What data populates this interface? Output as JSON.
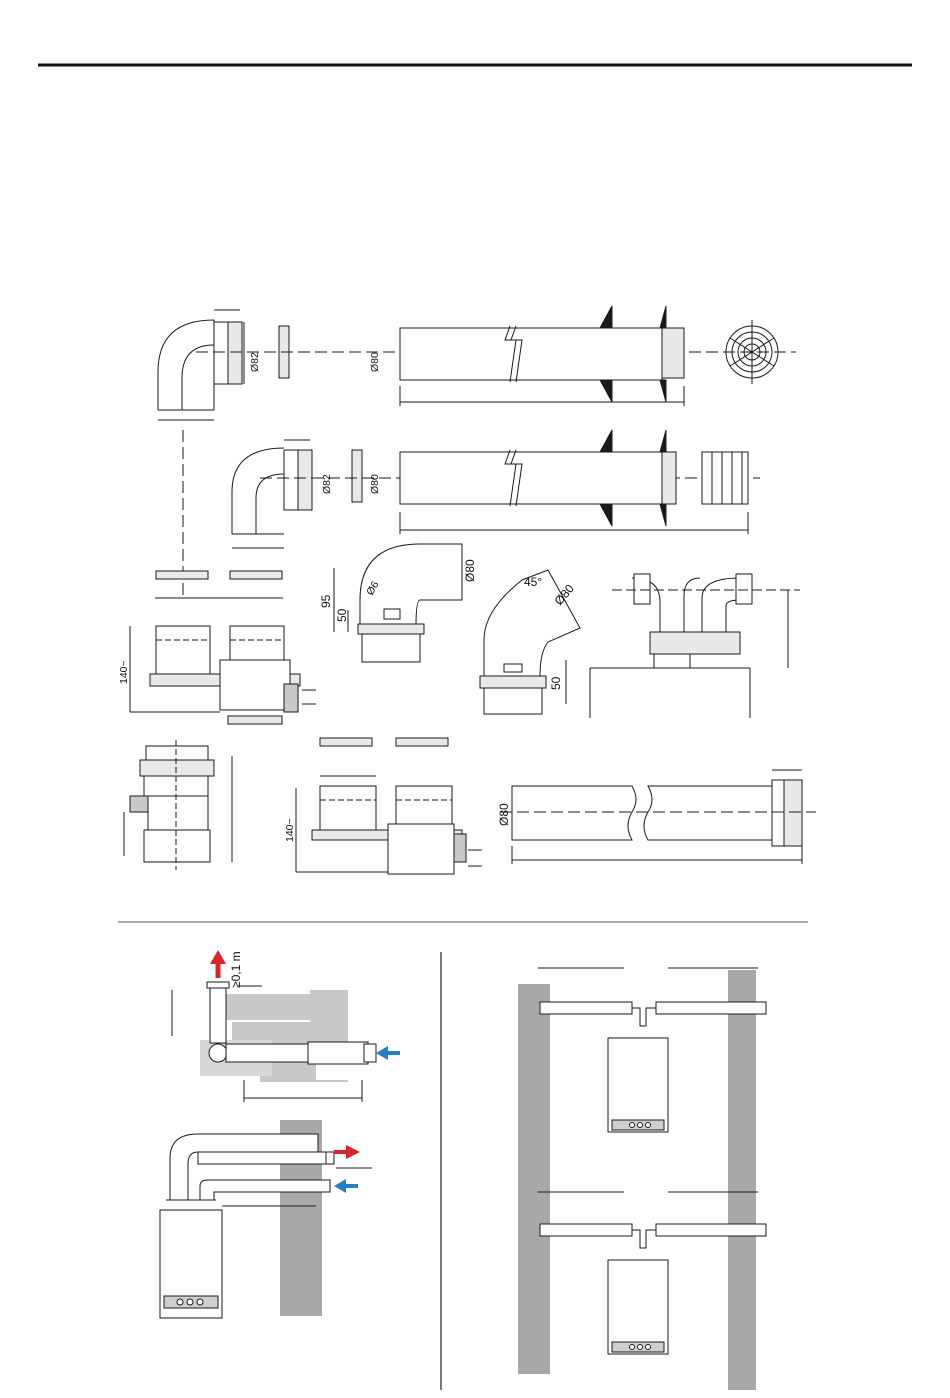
{
  "labels": {
    "d80_a": "Ø80",
    "d80_b": "Ø80",
    "d80_c": "Ø80",
    "d80_pipe": "Ø80",
    "d82_a": "Ø82",
    "d82_b": "Ø82",
    "deg45": "45°",
    "deg90_a": "Ø6",
    "h95": "95",
    "h50_a": "50",
    "h50_b": "50",
    "h140_a": "140~",
    "h140_b": "140~",
    "clearance": "≥0,1 m"
  },
  "colors": {
    "line": "#1a1a1a",
    "fill_light": "#e9e9e9",
    "fill_mid": "#c9c9c9",
    "wall": "#9a9a9a",
    "exhaust_arrow": "#d9262c",
    "intake_arrow": "#1f7fc9"
  },
  "icons": {
    "exhaust": "arrow-exhaust-icon",
    "intake": "arrow-intake-icon"
  }
}
